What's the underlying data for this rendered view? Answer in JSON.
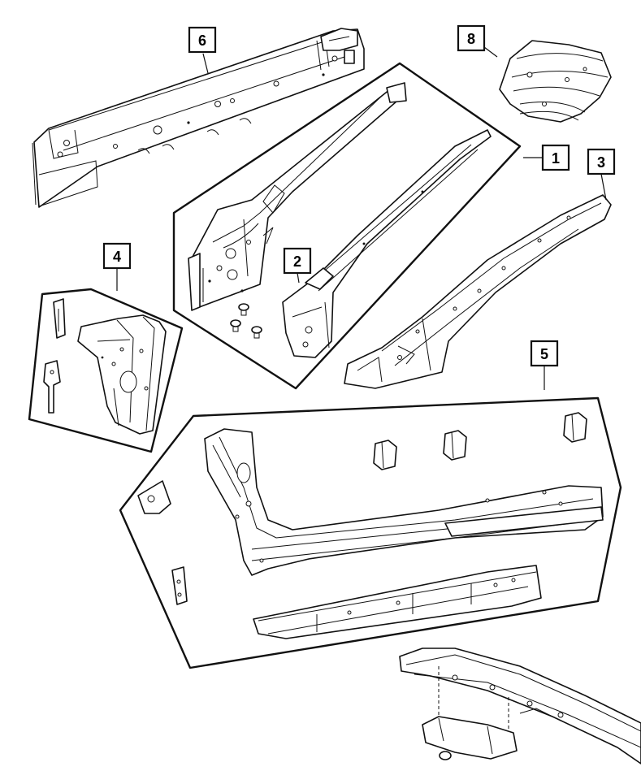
{
  "callouts": {
    "c1": "1",
    "c2": "2",
    "c3": "3",
    "c4": "4",
    "c5": "5",
    "c6": "6",
    "c8": "8"
  }
}
